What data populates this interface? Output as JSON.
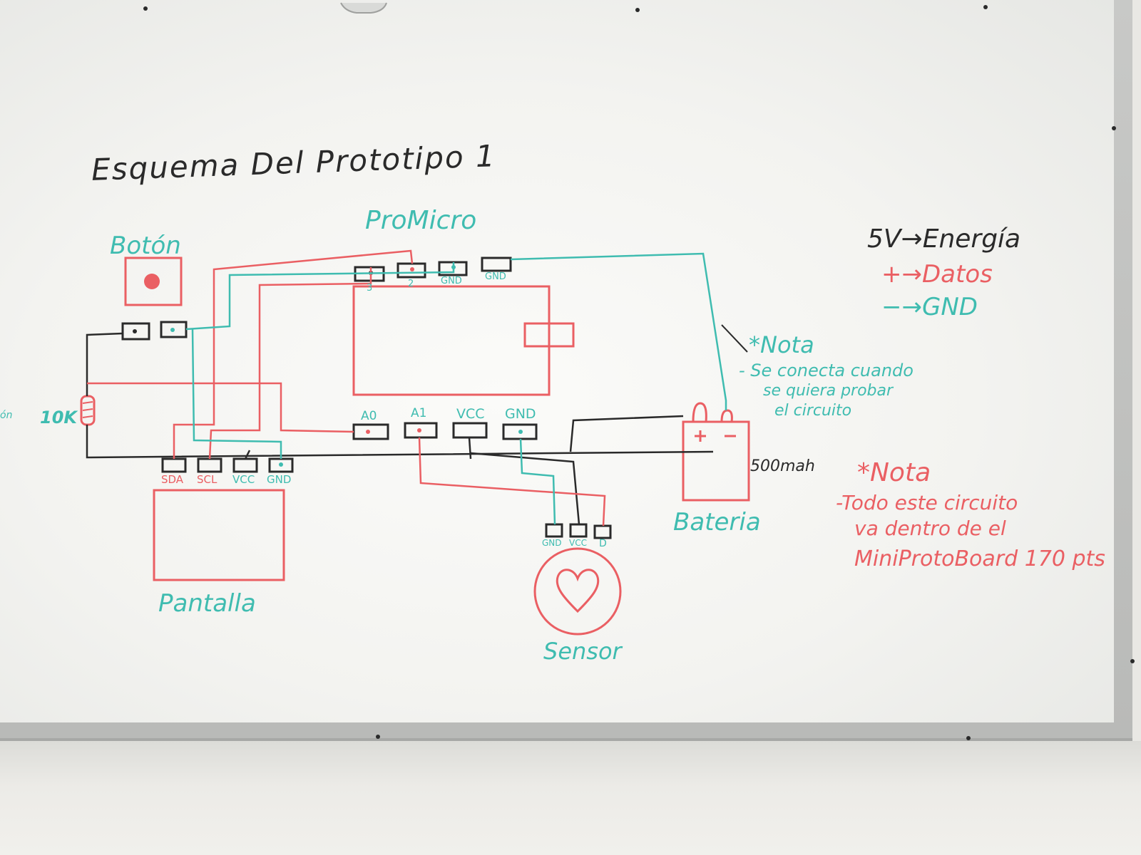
{
  "title": "Esquema Del Prototipo 1",
  "components": {
    "button": "Botón",
    "promicro": "ProMicro",
    "screen": "Pantalla",
    "sensor": "Sensor",
    "battery": "Bateria",
    "resistor": "10K",
    "battery_capacity": "500mah"
  },
  "pins": {
    "promicro_top": [
      "3",
      "2",
      "GND",
      "GND"
    ],
    "promicro_bottom": [
      "A0",
      "A1",
      "VCC",
      "GND"
    ],
    "screen": [
      "SDA",
      "SCL",
      "VCC",
      "GND"
    ],
    "sensor": [
      "GND",
      "VCC",
      "D"
    ]
  },
  "legend": {
    "energy": "5V→Energía",
    "data": "+→Datos",
    "gnd": "−→GND"
  },
  "note1": {
    "title": "*Nota",
    "lines": [
      "- Se conecta cuando",
      "se quiera probar",
      "el circuito"
    ]
  },
  "note2": {
    "title": "*Nota",
    "lines": [
      "-Todo este circuito",
      "va dentro de el",
      "MiniProtoBoard 170 pts"
    ]
  },
  "edge_text": "ón",
  "colors": {
    "black": "#2a2a2a",
    "red": "#ea5f63",
    "teal": "#3fbcb0"
  }
}
